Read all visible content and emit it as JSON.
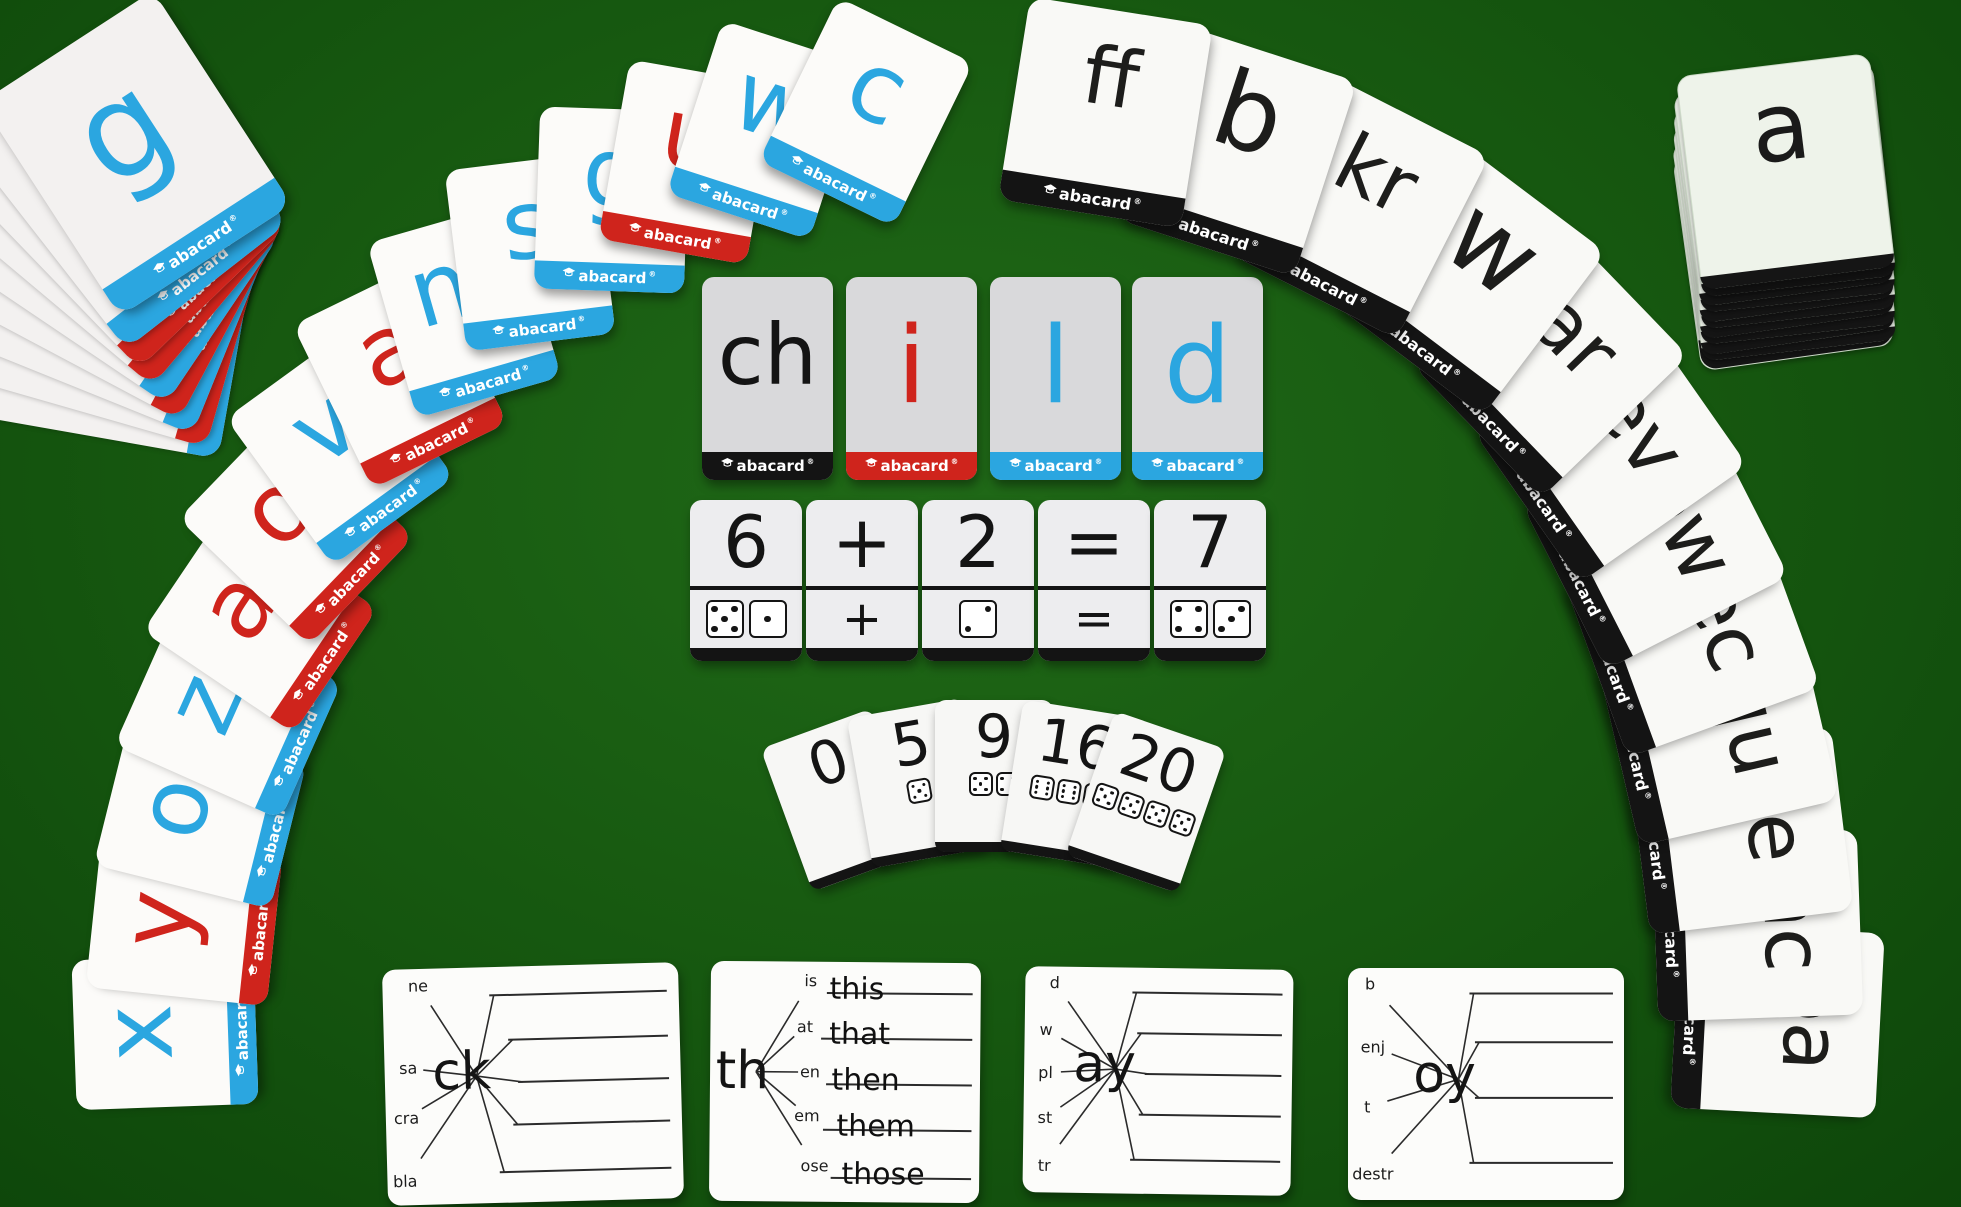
{
  "scene": {
    "description": "abacard phonics and maths flashcards arranged on a green table"
  },
  "brand": {
    "logo_text": "abacard",
    "registered_mark": "®"
  },
  "colors": {
    "background": "#16570f",
    "blue": "#2ba6e0",
    "red": "#cf241c",
    "black": "#141414",
    "gray_card": "#d9d9db",
    "white_card": "#fcfbf9"
  },
  "stacks": {
    "left": {
      "top_letter": "g",
      "top_letter_color": "blue",
      "edge_colors": [
        "blue",
        "red",
        "red",
        "blue",
        "red",
        "blue",
        "red",
        "blue"
      ]
    },
    "right": {
      "top_letter": "a",
      "top_letter_color": "black",
      "layers": 10
    }
  },
  "left_arc": {
    "cards": [
      {
        "letter": "c",
        "color": "blue"
      },
      {
        "letter": "w",
        "color": "blue"
      },
      {
        "letter": "u",
        "color": "red"
      },
      {
        "letter": "g",
        "color": "blue"
      },
      {
        "letter": "s",
        "color": "blue"
      },
      {
        "letter": "m",
        "color": "blue"
      },
      {
        "letter": "a",
        "color": "red"
      },
      {
        "letter": "v",
        "color": "blue"
      },
      {
        "letter": "o",
        "color": "red"
      },
      {
        "letter": "a",
        "color": "red"
      },
      {
        "letter": "z",
        "color": "blue"
      },
      {
        "letter": "o",
        "color": "blue"
      },
      {
        "letter": "y",
        "color": "red"
      },
      {
        "letter": "x",
        "color": "blue"
      }
    ]
  },
  "right_arc": {
    "cards": [
      {
        "letter": "ff"
      },
      {
        "letter": "b"
      },
      {
        "letter": "kr"
      },
      {
        "letter": "w"
      },
      {
        "letter": "ar"
      },
      {
        "letter": "ev"
      },
      {
        "letter": "ow"
      },
      {
        "letter": "ec"
      },
      {
        "letter": "qu"
      },
      {
        "letter": "ie"
      },
      {
        "letter": "nc"
      },
      {
        "letter": "oa"
      }
    ]
  },
  "word_row": {
    "word": "child",
    "cards": [
      {
        "graphemes": "ch",
        "color": "black"
      },
      {
        "graphemes": "i",
        "color": "red"
      },
      {
        "graphemes": "l",
        "color": "blue"
      },
      {
        "graphemes": "d",
        "color": "blue"
      }
    ]
  },
  "equation_row": {
    "equation": "6 + 2 = 7",
    "cards": [
      {
        "symbol": "6",
        "dice": [
          5,
          1
        ]
      },
      {
        "symbol": "+",
        "operator": true
      },
      {
        "symbol": "2",
        "dice": [
          2
        ]
      },
      {
        "symbol": "=",
        "operator": true
      },
      {
        "symbol": "7",
        "dice": [
          4,
          3
        ]
      }
    ]
  },
  "number_fan": {
    "cards": [
      {
        "number": "0",
        "dice": []
      },
      {
        "number": "5",
        "dice": [
          5
        ]
      },
      {
        "number": "9",
        "dice": [
          5,
          4
        ]
      },
      {
        "number": "16",
        "dice": [
          6,
          6,
          4
        ]
      },
      {
        "number": "20",
        "dice": [
          5,
          5,
          5,
          5
        ]
      }
    ]
  },
  "phonics_cards": [
    {
      "family": "ck",
      "prefixes": [
        "ne",
        "sa",
        "cra",
        "bla"
      ],
      "examples": []
    },
    {
      "family": "th",
      "prefixes": [
        "is",
        "at",
        "en",
        "em",
        "ose"
      ],
      "examples": [
        "this",
        "that",
        "then",
        "them",
        "those"
      ]
    },
    {
      "family": "ay",
      "prefixes": [
        "d",
        "w",
        "pl",
        "st",
        "tr"
      ],
      "examples": []
    },
    {
      "family": "oy",
      "prefixes": [
        "b",
        "enj",
        "t",
        "destr"
      ],
      "examples": []
    }
  ]
}
